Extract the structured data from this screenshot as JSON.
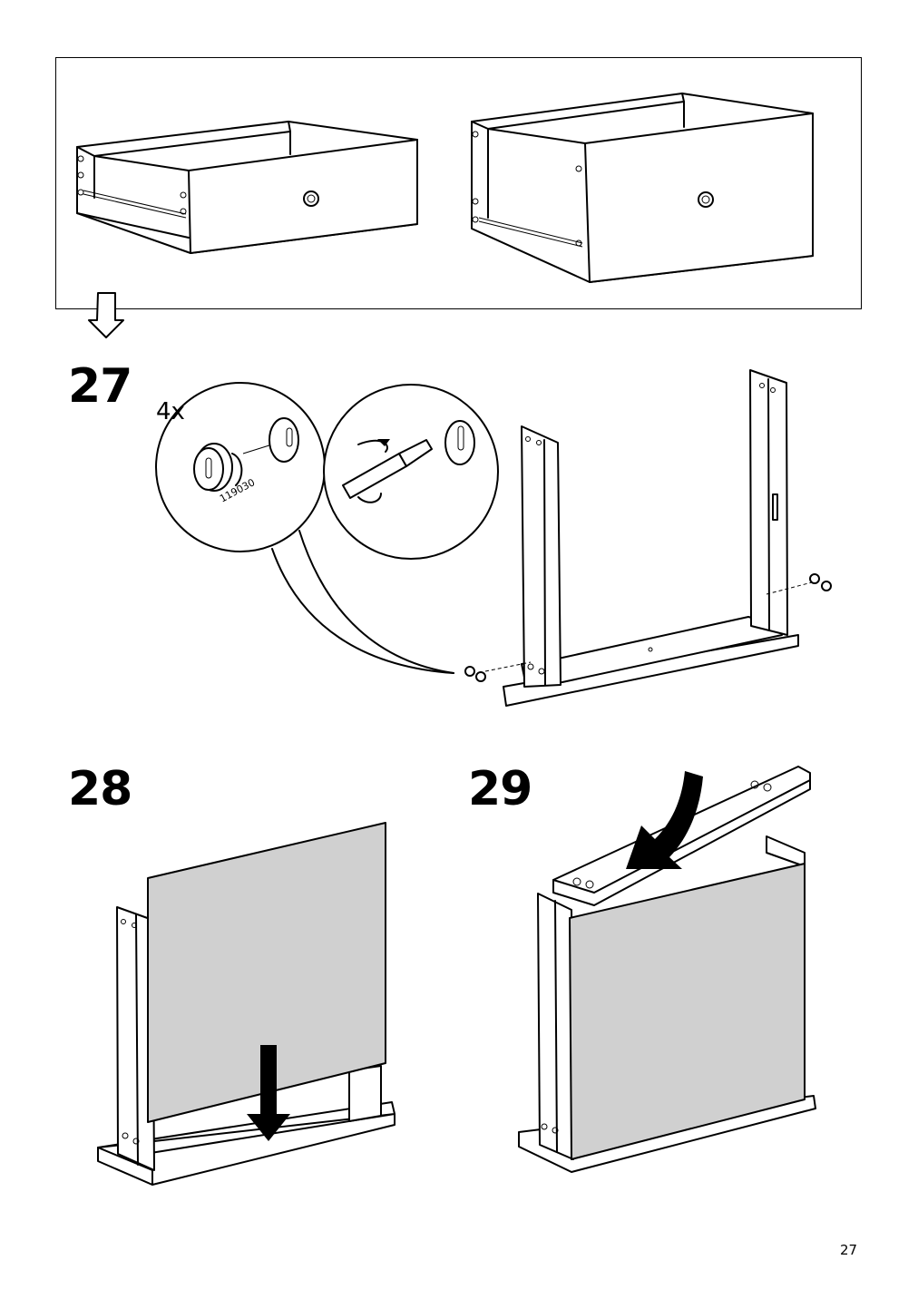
{
  "steps": [
    {
      "number": "27",
      "quantity": "4x",
      "part_number": "119030"
    },
    {
      "number": "28"
    },
    {
      "number": "29"
    }
  ],
  "page_number": "27",
  "panel_colors": {
    "gray_panel": "#d0d0d0",
    "line": "#000000"
  }
}
